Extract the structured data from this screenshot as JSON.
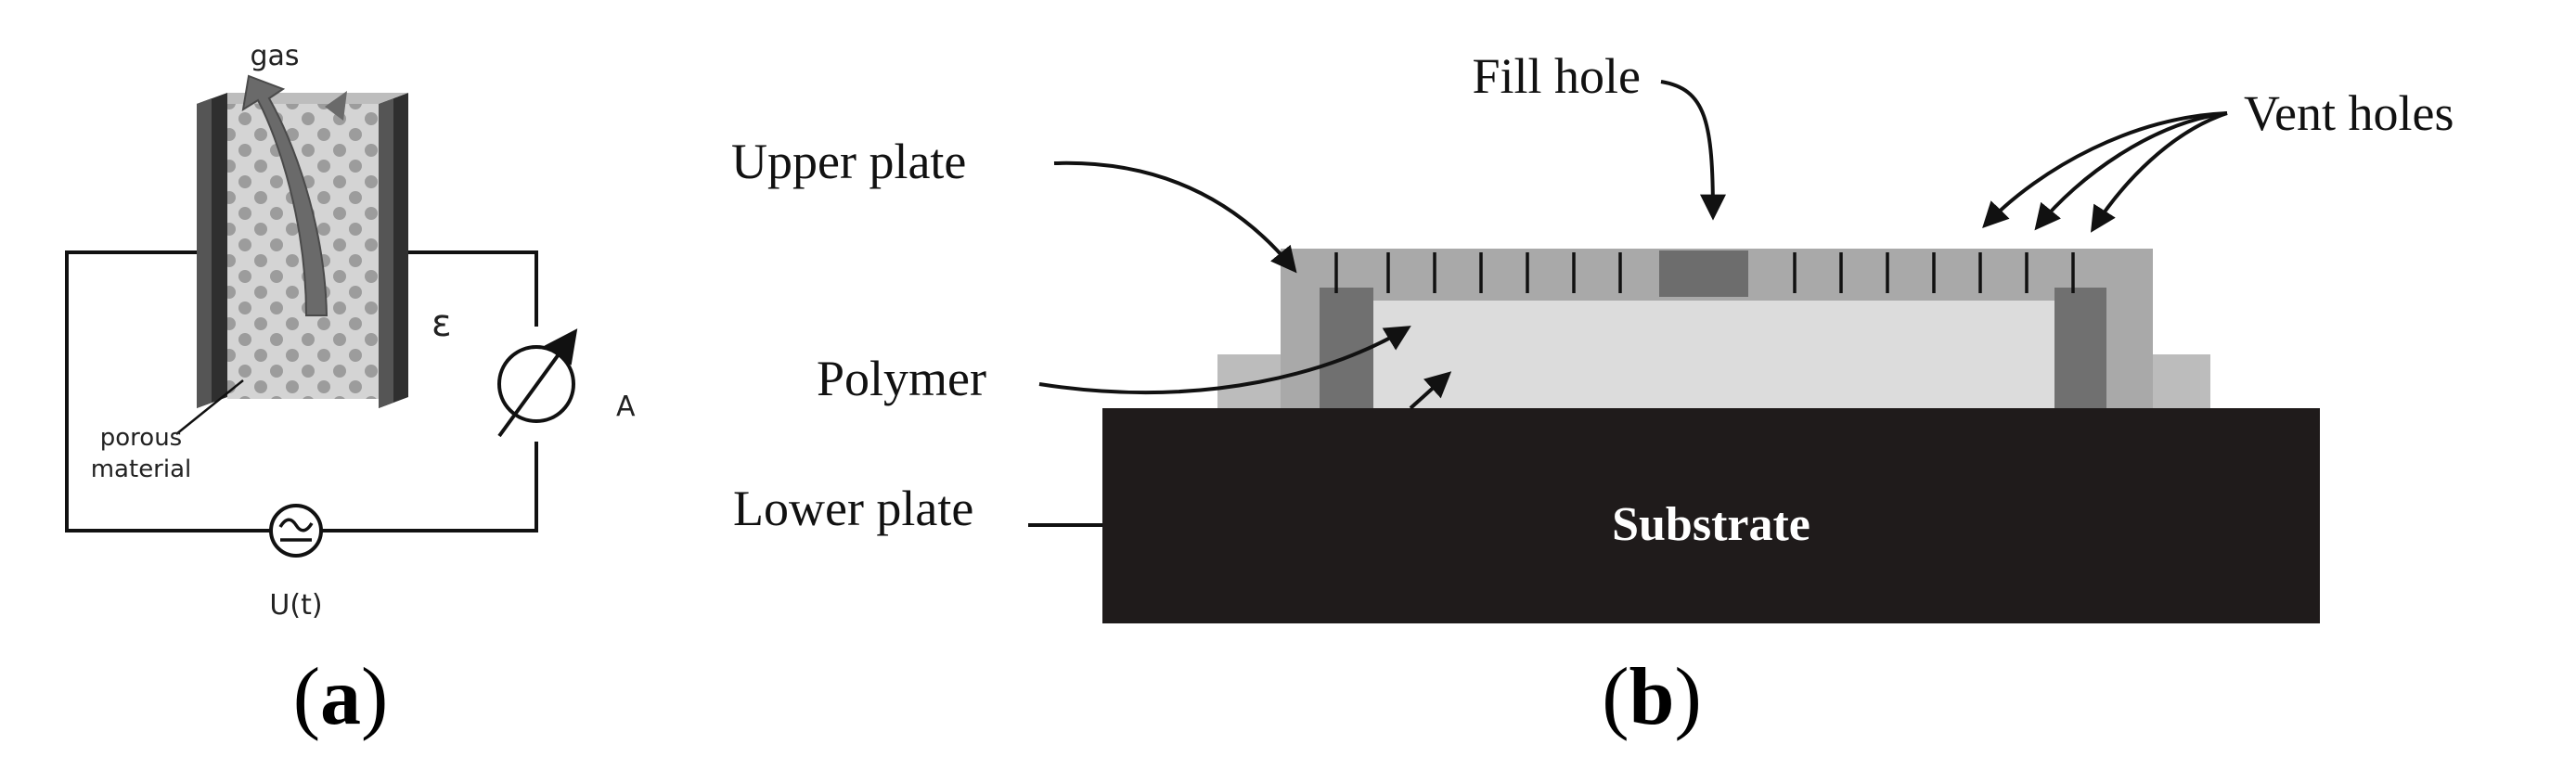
{
  "panel_a": {
    "gas_label": "gas",
    "epsilon_label": "ε",
    "ammeter_label": "A",
    "porous_label_line1": "porous",
    "porous_label_line2": "material",
    "source_label": "U(t)",
    "caption_open": "(",
    "caption_letter": "a",
    "caption_close": ")"
  },
  "panel_b": {
    "fill_hole_label": "Fill hole",
    "vent_holes_label": "Vent holes",
    "upper_plate_label": "Upper plate",
    "polymer_label": "Polymer",
    "lower_plate_label": "Lower plate",
    "substrate_label": "Substrate",
    "caption_open": "(",
    "caption_letter": "b",
    "caption_close": ")"
  },
  "colors": {
    "electrode": "#3a3a3a",
    "porous_fill": "#cfcfcf",
    "porous_dots": "#9a9a9a",
    "upper_plate": "#a6a6a6",
    "spacer": "#6e6e6e",
    "polymer": "#dcdcdc",
    "fill_hole": "#6e6e6e",
    "substrate": "#1f1b1b",
    "circuit_wire": "#111111"
  }
}
